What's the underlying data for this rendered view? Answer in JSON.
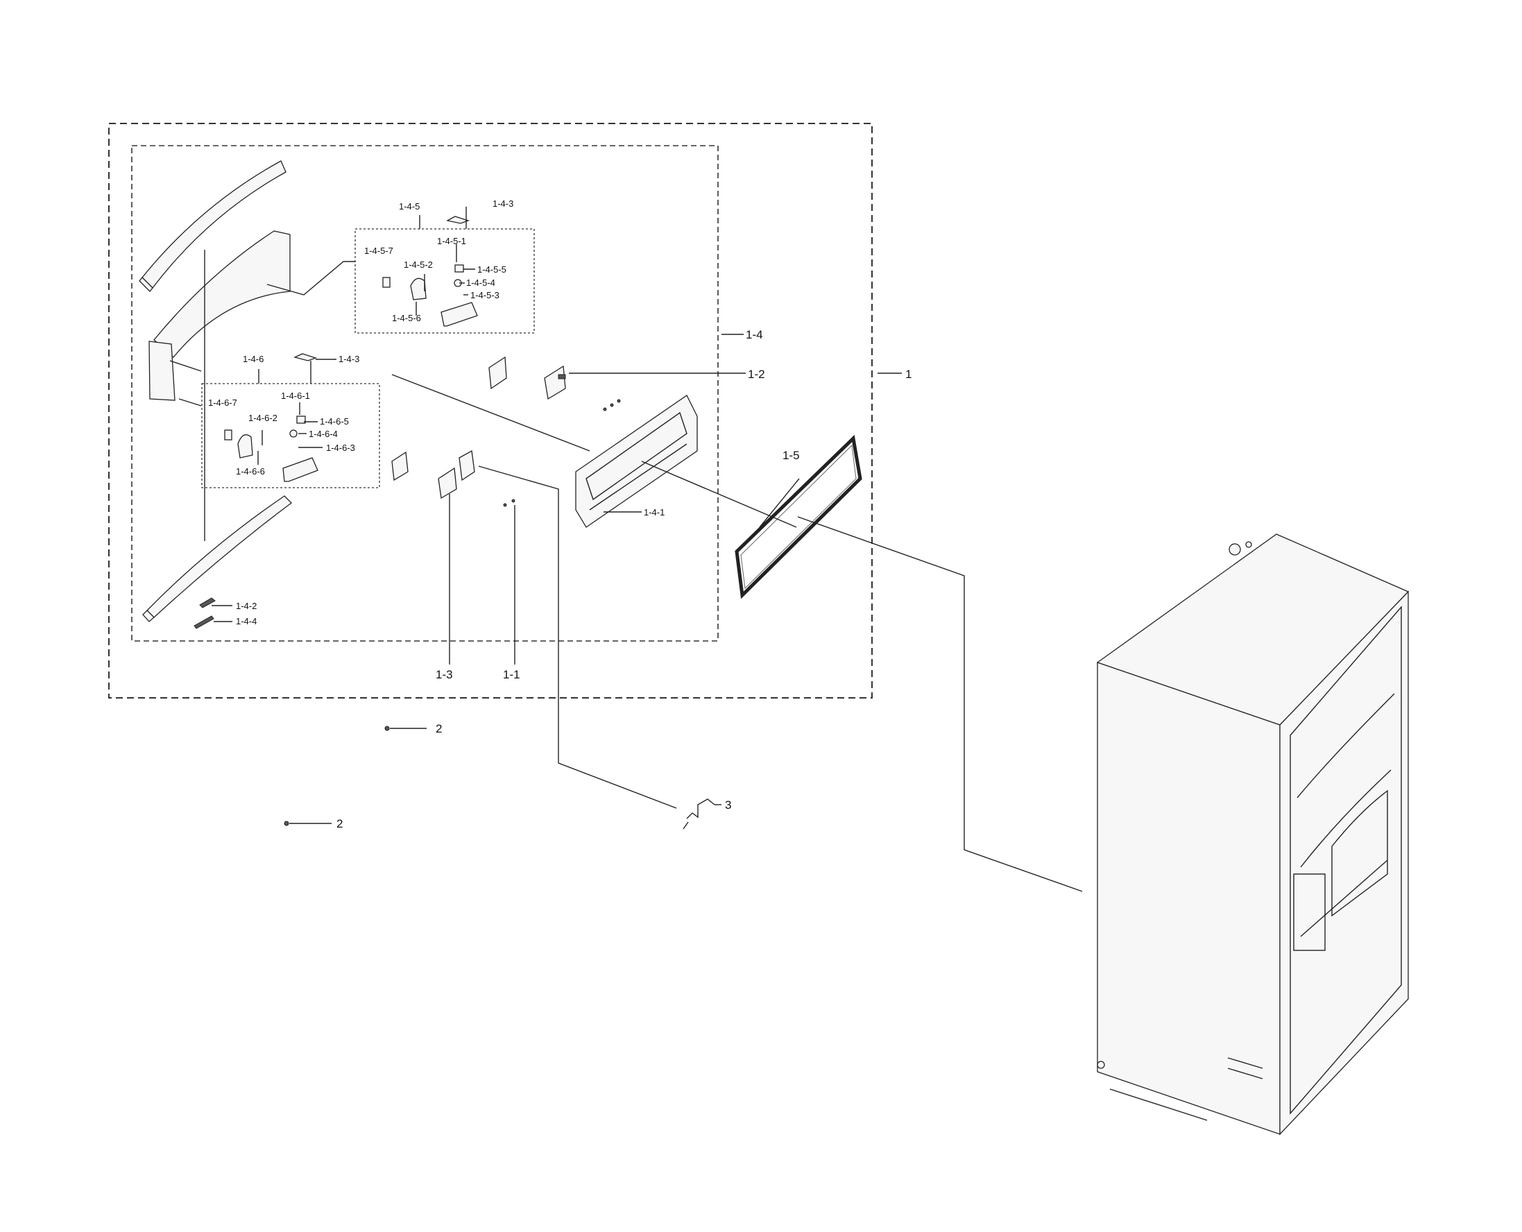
{
  "labels": {
    "l1": "1",
    "l1_1": "1-1",
    "l1_2": "1-2",
    "l1_3": "1-3",
    "l1_4": "1-4",
    "l1_4_1": "1-4-1",
    "l1_4_2": "1-4-2",
    "l1_4_3a": "1-4-3",
    "l1_4_3b": "1-4-3",
    "l1_4_4": "1-4-4",
    "l1_4_5": "1-4-5",
    "l1_4_5_1": "1-4-5-1",
    "l1_4_5_2": "1-4-5-2",
    "l1_4_5_3": "1-4-5-3",
    "l1_4_5_4": "1-4-5-4",
    "l1_4_5_5": "1-4-5-5",
    "l1_4_5_6": "1-4-5-6",
    "l1_4_5_7": "1-4-5-7",
    "l1_4_6": "1-4-6",
    "l1_4_6_1": "1-4-6-1",
    "l1_4_6_2": "1-4-6-2",
    "l1_4_6_3": "1-4-6-3",
    "l1_4_6_4": "1-4-6-4",
    "l1_4_6_5": "1-4-6-5",
    "l1_4_6_6": "1-4-6-6",
    "l1_4_6_7": "1-4-6-7",
    "l1_5": "1-5",
    "l2a": "2",
    "l2b": "2",
    "l3": "3"
  }
}
